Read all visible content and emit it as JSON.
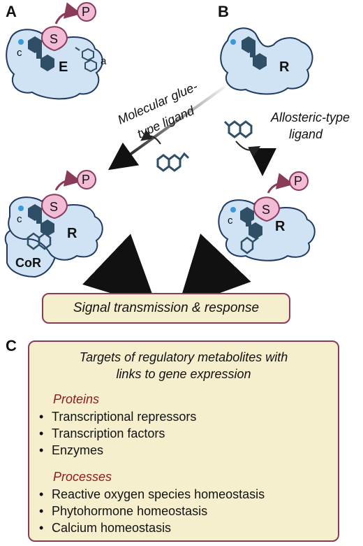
{
  "panels": {
    "A": {
      "letter": "A",
      "enzyme": "E",
      "substrate": "S",
      "product": "P",
      "site_c": "c",
      "site_a": "a"
    },
    "B": {
      "letter": "B",
      "receptor": "R"
    },
    "glue_result": {
      "receptor": "R",
      "substrate": "S",
      "product": "P",
      "corepressor": "CoR",
      "site_c": "c"
    },
    "allo_result": {
      "receptor": "R",
      "substrate": "S",
      "product": "P",
      "site_c": "c"
    }
  },
  "arrows": {
    "glue_label_line1": "Molecular glue-",
    "glue_label_line2": "type ligand",
    "allo_label_line1": "Allosteric-type",
    "allo_label_line2": "ligand"
  },
  "signal_box": {
    "text": "Signal transmission & response"
  },
  "section_c": {
    "letter": "C",
    "title_line1": "Targets of regulatory metabolites with",
    "title_line2": "links to gene expression",
    "proteins_heading": "Proteins",
    "proteins": [
      "Transcriptional repressors",
      "Transcription factors",
      "Enzymes"
    ],
    "processes_heading": "Processes",
    "processes": [
      "Reactive oxygen species homeostasis",
      "Phytohormone homeostasis",
      "Calcium homeostasis"
    ]
  },
  "colors": {
    "protein_fill": "#cfe3f5",
    "protein_stroke": "#1f3a5f",
    "substrate_fill": "#f2bcd6",
    "substrate_stroke": "#8a3b5a",
    "ligand": "#2f4f66",
    "box_fill": "#f6efcd",
    "box_stroke": "#8a3b5a",
    "heading_red": "#8b1a1a"
  }
}
